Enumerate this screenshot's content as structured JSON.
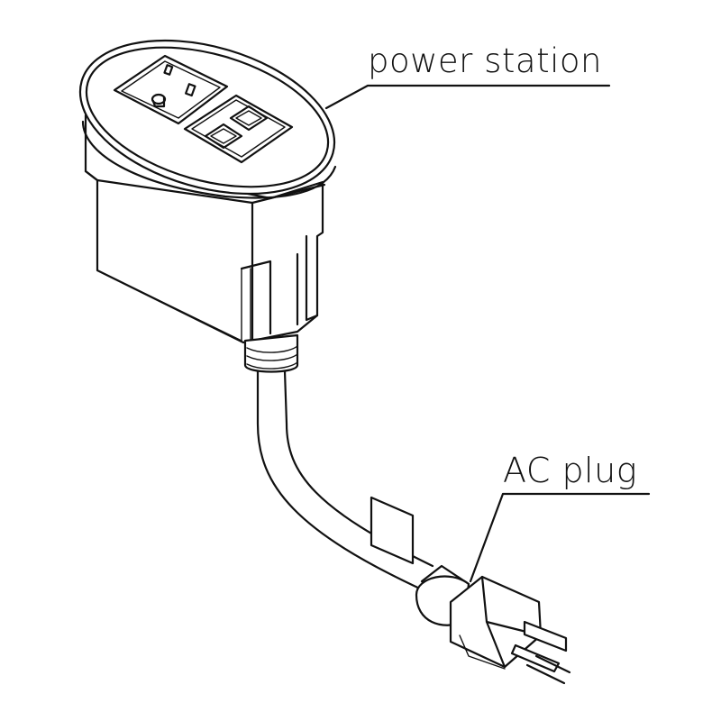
{
  "labels": {
    "power_station": "power station",
    "ac_plug": "AC plug"
  },
  "colors": {
    "line": "#111111",
    "background": "#ffffff"
  },
  "icons": [
    "power-station-housing",
    "ac-outlet",
    "usb-ports",
    "cable",
    "ac-plug",
    "cable-tag"
  ]
}
